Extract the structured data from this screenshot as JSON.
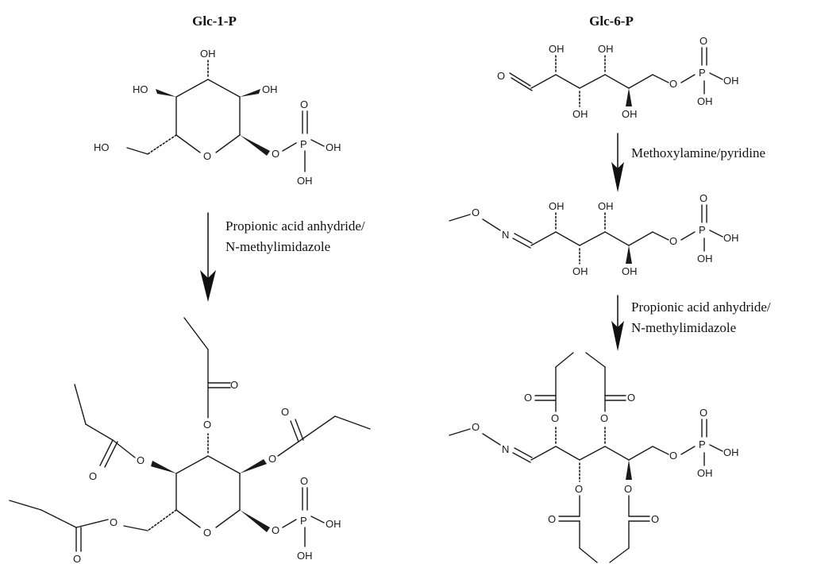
{
  "titles": {
    "left": "Glc-1-P",
    "right": "Glc-6-P"
  },
  "reagents": {
    "left_line1": "Propionic acid anhydride/",
    "left_line2": "N-methylimidazole",
    "right_top": "Methoxylamine/pyridine",
    "right_bottom_line1": "Propionic acid anhydride/",
    "right_bottom_line2": "N-methylimidazole"
  },
  "atoms": {
    "oh": "OH",
    "ho": "HO",
    "o": "O",
    "p": "P",
    "n": "N"
  }
}
